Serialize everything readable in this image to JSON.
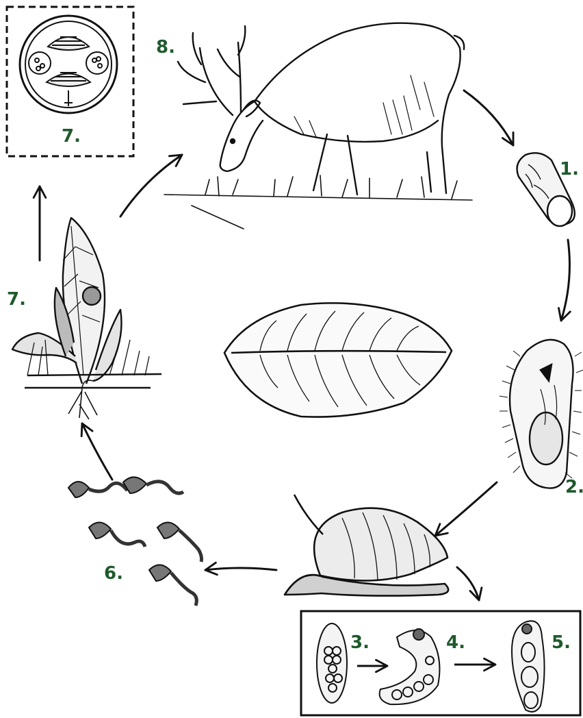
{
  "labels": {
    "stage1": "1.",
    "stage2": "2.",
    "stage3": "3.",
    "stage4": "4.",
    "stage5": "5.",
    "stage6": "6.",
    "stage7_plant": "7.",
    "stage7_inset": "7.",
    "stage8": "8."
  },
  "colors": {
    "label": "#1f5a2c",
    "ink": "#111111",
    "paper": "#ffffff"
  }
}
